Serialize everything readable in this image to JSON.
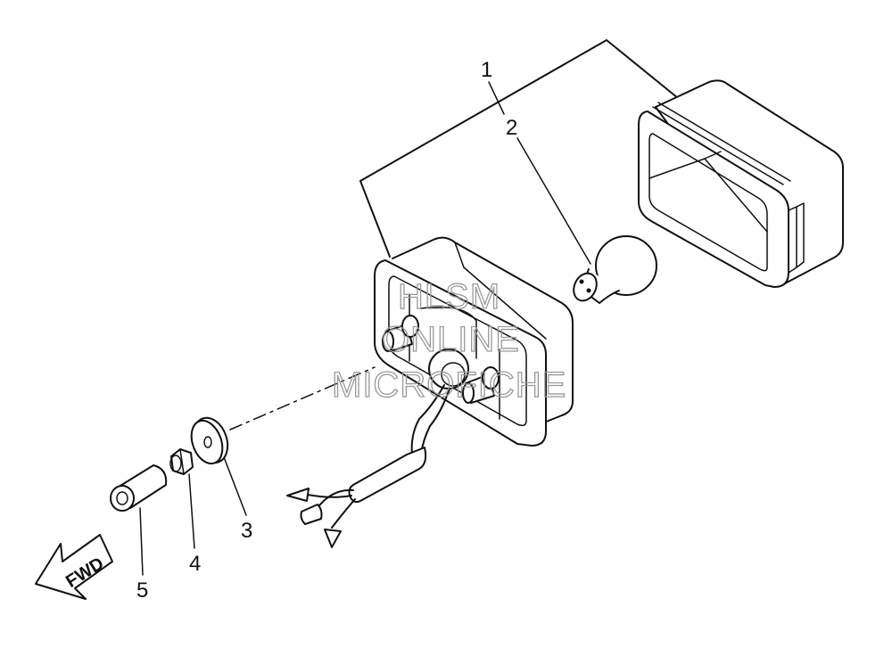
{
  "callouts": [
    {
      "id": "1",
      "label": "1"
    },
    {
      "id": "2",
      "label": "2"
    },
    {
      "id": "3",
      "label": "3"
    },
    {
      "id": "4",
      "label": "4"
    },
    {
      "id": "5",
      "label": "5"
    }
  ],
  "direction_arrow": {
    "label": "FWD"
  },
  "watermark": {
    "line1": "HLSM",
    "line2": "ONLINE",
    "line3": "MICROFICHE"
  }
}
